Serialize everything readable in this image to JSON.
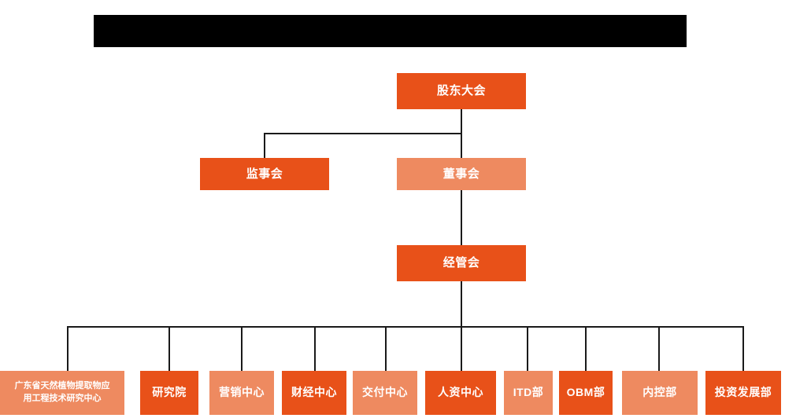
{
  "diagram": {
    "type": "organization-chart",
    "title_banner": {
      "state": "redacted",
      "text": "",
      "color": "#000000"
    },
    "colors": {
      "dark_orange": "#E85119",
      "light_orange": "#EE8A60",
      "connector": "#1a1a1a",
      "background": "#FFFFFF",
      "label_text": "#FFFFFF"
    },
    "levels": [
      {
        "level": 1,
        "nodes": [
          {
            "id": "shareholders",
            "label": "股东大会",
            "shade": "dark"
          }
        ]
      },
      {
        "level": 2,
        "nodes": [
          {
            "id": "supervisors",
            "label": "监事会",
            "shade": "dark"
          },
          {
            "id": "directors",
            "label": "董事会",
            "shade": "light"
          }
        ]
      },
      {
        "level": 3,
        "nodes": [
          {
            "id": "management",
            "label": "经管会",
            "shade": "dark"
          }
        ]
      },
      {
        "level": 4,
        "nodes": [
          {
            "id": "research-center",
            "label": "广东省天然植物提取物应用工程技术研究中心",
            "label_line1": "广东省天然植物提取物应",
            "label_line2": "用工程技术研究中心",
            "shade": "light"
          },
          {
            "id": "research-institute",
            "label": "研究院",
            "shade": "dark"
          },
          {
            "id": "marketing-center",
            "label": "营销中心",
            "shade": "light"
          },
          {
            "id": "finance-center",
            "label": "财经中心",
            "shade": "dark"
          },
          {
            "id": "delivery-center",
            "label": "交付中心",
            "shade": "light"
          },
          {
            "id": "hr-center",
            "label": "人资中心",
            "shade": "dark"
          },
          {
            "id": "itd-dept",
            "label": "ITD部",
            "shade": "light"
          },
          {
            "id": "obm-dept",
            "label": "OBM部",
            "shade": "dark"
          },
          {
            "id": "internal-control-dept",
            "label": "内控部",
            "shade": "light"
          },
          {
            "id": "investment-dev-dept",
            "label": "投资发展部",
            "shade": "dark"
          }
        ]
      }
    ]
  }
}
